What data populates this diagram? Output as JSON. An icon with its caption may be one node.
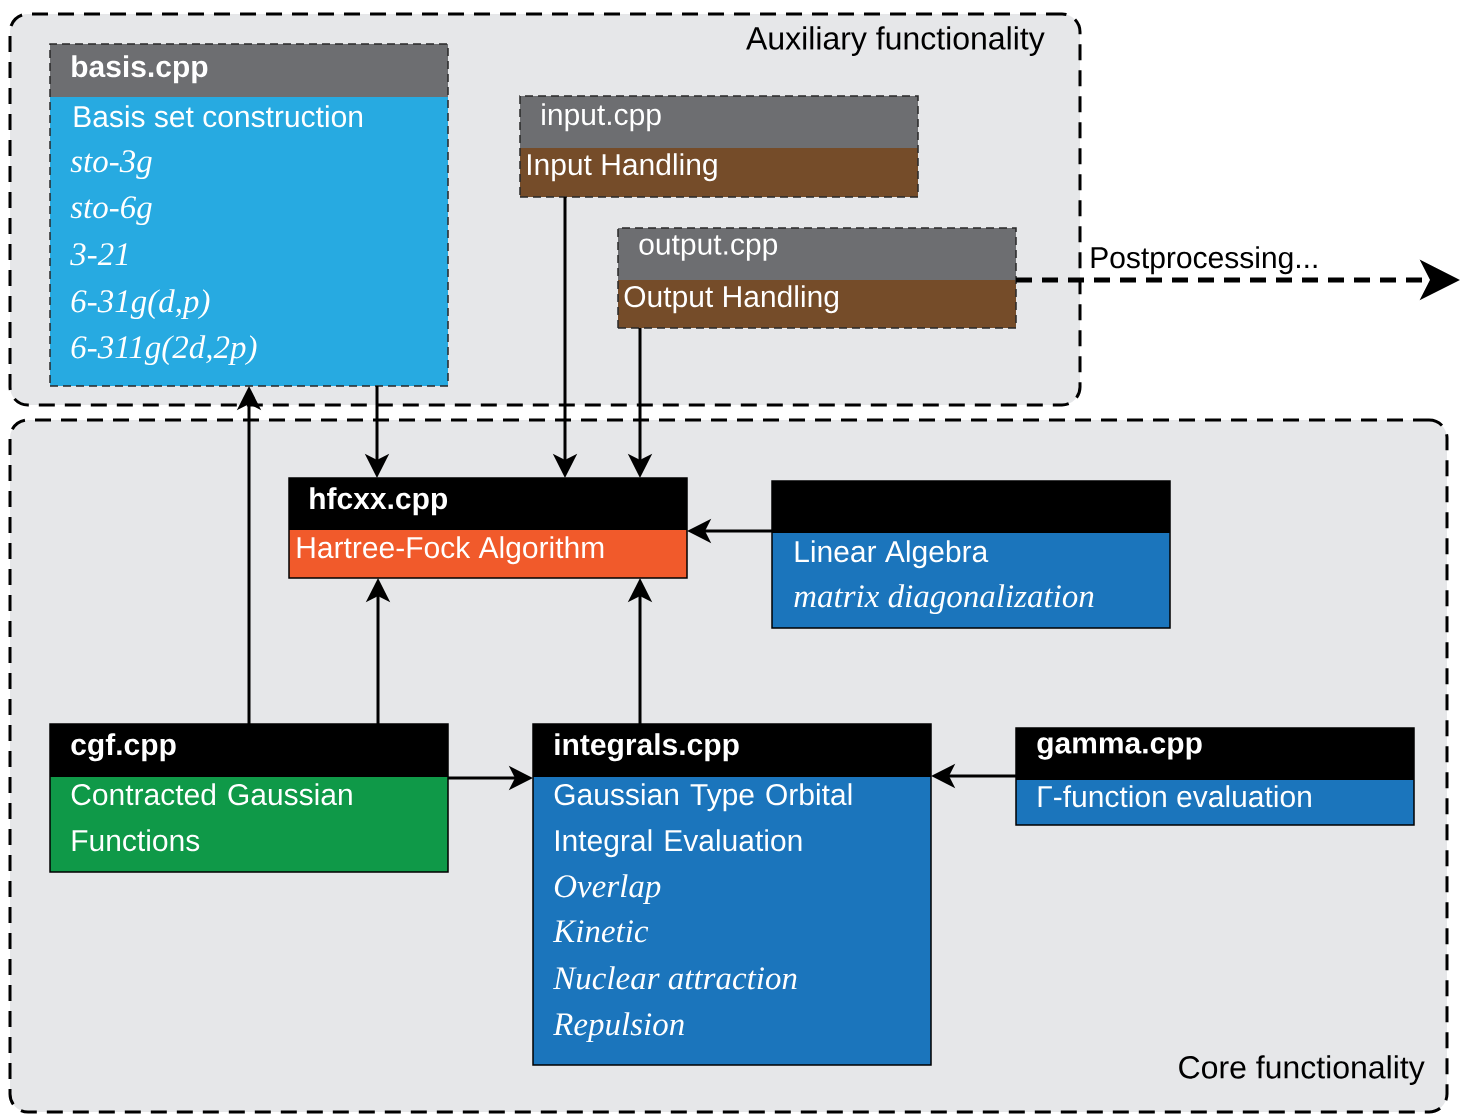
{
  "diagram": {
    "nodes": [
      {
        "text": [
          "Auxiliary functionality"
        ]
      },
      {
        "text": [
          "basis.cpp",
          "Basis set construction",
          "sto-3g",
          "sto-6g",
          "3-21",
          "6-31g(d,p)",
          "6-311g(2d,2p)"
        ],
        "in": 0
      },
      {
        "text": [
          "input.cpp",
          "Input Handling"
        ],
        "in": 0
      },
      {
        "text": [
          "output.cpp",
          "Output Handling"
        ],
        "in": 0
      },
      {
        "text": [
          "Core functionality"
        ]
      },
      {
        "text": [
          "hfcxx.cpp",
          "Hartree-Fock Algorithm"
        ],
        "in": 4
      },
      {
        "text": [
          "Linear Algebra",
          "matrix diagonalization"
        ],
        "in": 4
      },
      {
        "text": [
          "cgf.cpp",
          "Contracted Gaussian Functions"
        ],
        "in": 4
      },
      {
        "text": [
          "integrals.cpp",
          "Gaussian Type Orbital Integral Evaluation",
          "Overlap",
          "Kinetic",
          "Nuclear attraction",
          "Repulsion"
        ],
        "in": 4
      },
      {
        "text": [
          "gamma.cpp",
          "Γ-function evaluation"
        ],
        "in": 4
      }
    ],
    "edges": [
      {
        "from": 1,
        "to": 5,
        "arrow": "to"
      },
      {
        "from": 2,
        "to": 5,
        "arrow": "to"
      },
      {
        "from": 3,
        "to": 5,
        "arrow": "to"
      },
      {
        "from": 6,
        "to": 5,
        "arrow": "to"
      },
      {
        "from": 7,
        "to": 5,
        "arrow": "to"
      },
      {
        "from": 8,
        "to": 5,
        "arrow": "to"
      },
      {
        "from": 7,
        "to": 1,
        "arrow": "to"
      },
      {
        "from": 7,
        "to": 8,
        "arrow": "to"
      },
      {
        "from": 9,
        "to": 8,
        "arrow": "to"
      },
      {
        "from": 3,
        "to": null,
        "arrow": "to",
        "style": "dashed",
        "label": "Postprocessing..."
      }
    ]
  }
}
